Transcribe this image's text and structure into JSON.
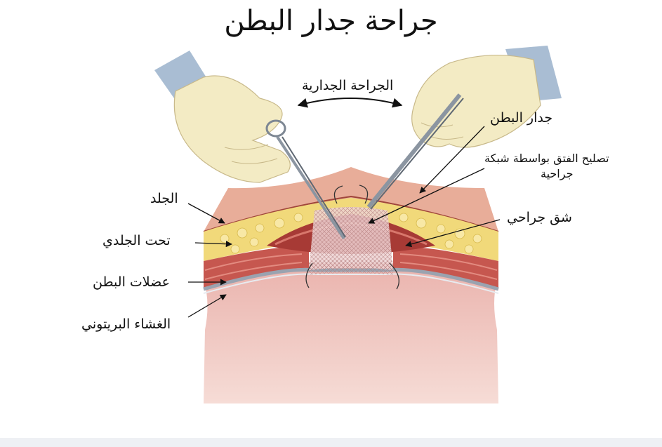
{
  "title": "جراحة جدار البطن",
  "labels": {
    "parietal_surgery": "الجراحة الجدارية",
    "abdominal_wall": "جدار البطن",
    "hernia_mesh_line1": "تصليح الفتق بواسطة شبكة",
    "hernia_mesh_line2": "جراحية",
    "incision": "شق جراحي",
    "skin": "الجلد",
    "subcutaneous": "تحت الجلدي",
    "abdominal_muscles": "عضلات البطن",
    "peritoneum": "الغشاء البريتوني"
  },
  "colors": {
    "glove": "#f3ebc4",
    "sleeve": "#a9bdd3",
    "skin_layer": "#e3a48f",
    "fat": "#f1d97a",
    "muscle": "#c6574f",
    "peritoneum": "#c9ced6",
    "cavity": "#e6a3a0",
    "mesh": "#e9c3c3"
  }
}
